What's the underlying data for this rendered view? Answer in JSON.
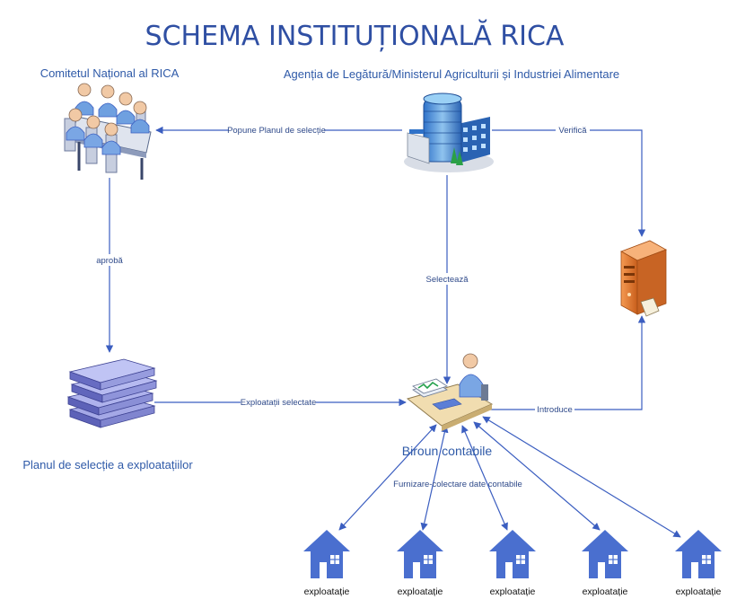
{
  "title": "SCHEMA INSTITUȚIONALĂ RICA",
  "nodes": {
    "committee": {
      "label": "Comitetul Național al RICA",
      "icon": "meeting-people-icon"
    },
    "agency": {
      "label": "Agenția de Legătură/Ministerul Agriculturii și Industriei Alimentare",
      "icon": "office-building-icon"
    },
    "server": {
      "icon": "server-icon"
    },
    "plan": {
      "label": "Planul de selecție a exploatațiilor",
      "icon": "books-stack-icon"
    },
    "office": {
      "label": "Biroun contabile",
      "icon": "accountant-desk-icon"
    }
  },
  "edges": {
    "proposes": "Popune Planul de selecție",
    "verifies": "Verifică",
    "approves": "aprobă",
    "selects": "Selectează",
    "selected_farms": "Exploatații selectate",
    "enters": "Introduce",
    "provides_data": "Furnizare-colectare date contabile"
  },
  "farms": [
    {
      "label": "exploatație",
      "icon": "house-icon"
    },
    {
      "label": "exploatație",
      "icon": "house-icon"
    },
    {
      "label": "exploatație",
      "icon": "house-icon"
    },
    {
      "label": "exploatație",
      "icon": "house-icon"
    },
    {
      "label": "exploatație",
      "icon": "house-icon"
    }
  ],
  "colors": {
    "title": "#2f4fa3",
    "label": "#2f5aa8",
    "edge": "#3b5ec0",
    "house": "#4a6fcf",
    "server": "#e07a34",
    "books": "#7b80cf"
  }
}
